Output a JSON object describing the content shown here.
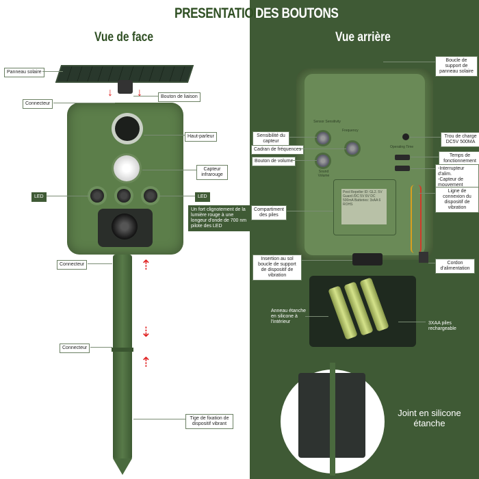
{
  "header": {
    "title_part1": "PRESENTATION",
    "title_part2": "DES BOUTONS"
  },
  "left": {
    "subtitle": "Vue de face",
    "labels": {
      "panneau": "Panneau solaire",
      "bouton_liaison": "Bouton de liaison",
      "connecteur_top": "Connecteur",
      "haut_parleur": "Haut-parleur",
      "capteur": "Capteur infrarouge",
      "led_left": "LED",
      "led_right": "LED",
      "clignotement": "Un fort clignotement de la lumière rouge à une longeur d'onde  de 700 nm pilote des LED",
      "connecteur_mid": "Connecteur",
      "connecteur_low": "Connecteur",
      "tige": "Tige de fixation de dispositif vibrant"
    }
  },
  "right": {
    "subtitle": "Vue arrière",
    "labels": {
      "boucle": "Boucle de support de panneau solaire",
      "sensibilite": "Sensibilité du capteur",
      "cadran": "Cadran de fréquences",
      "trou_charge": "Trou de charge DC5V 500MA",
      "temps": "Temps de fonctionnement",
      "volume": "Bouton de volume",
      "interrupteur": "-Interrupteur d'alim.\n-Capteur de mouvement constant\n-Balayage constant",
      "ligne": "Ligne de connexion du dispositif de vibration",
      "compartiment": "Compartiment des piles",
      "insertion": "Insertion au sol boucle de support de dispositif de vibration",
      "cordon": "Cordon d'alimentation",
      "anneau": "Anneau étanche en silicone à l'intérieur",
      "piles": "3XAA piles rechargeable",
      "joint": "Joint en silicone étanche"
    },
    "device_text": {
      "sensor": "Sensor Sensitivity",
      "freq": "Frequency",
      "volume": "Sound Volume",
      "operating": "Operating Time",
      "sticker": "Pest Repeller ID: GL2. 5V Guard /DC 5V 6V DC 500mA Batteries: 3xAA 6 ROHS"
    }
  },
  "colors": {
    "dark_green": "#3f5a35",
    "device_green": "#5c7e4a",
    "arrow_red": "#e02020"
  }
}
